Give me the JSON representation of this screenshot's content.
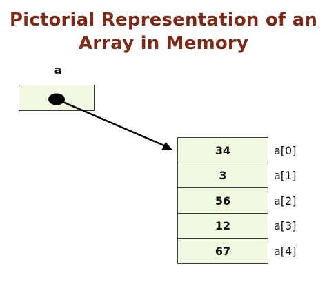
{
  "title": {
    "line1": "Pictorial Representation of an",
    "line2": "Array in Memory"
  },
  "pointer": {
    "variable_label": "a"
  },
  "array": {
    "cells": [
      {
        "value": "34",
        "index": "a[0]"
      },
      {
        "value": "3",
        "index": "a[1]"
      },
      {
        "value": "56",
        "index": "a[2]"
      },
      {
        "value": "12",
        "index": "a[3]"
      },
      {
        "value": "67",
        "index": "a[4]"
      }
    ]
  },
  "colors": {
    "title": "#7a2a16",
    "box_fill": "#f1f8e0",
    "box_border": "#3c3c3c",
    "arrow": "#000000"
  }
}
